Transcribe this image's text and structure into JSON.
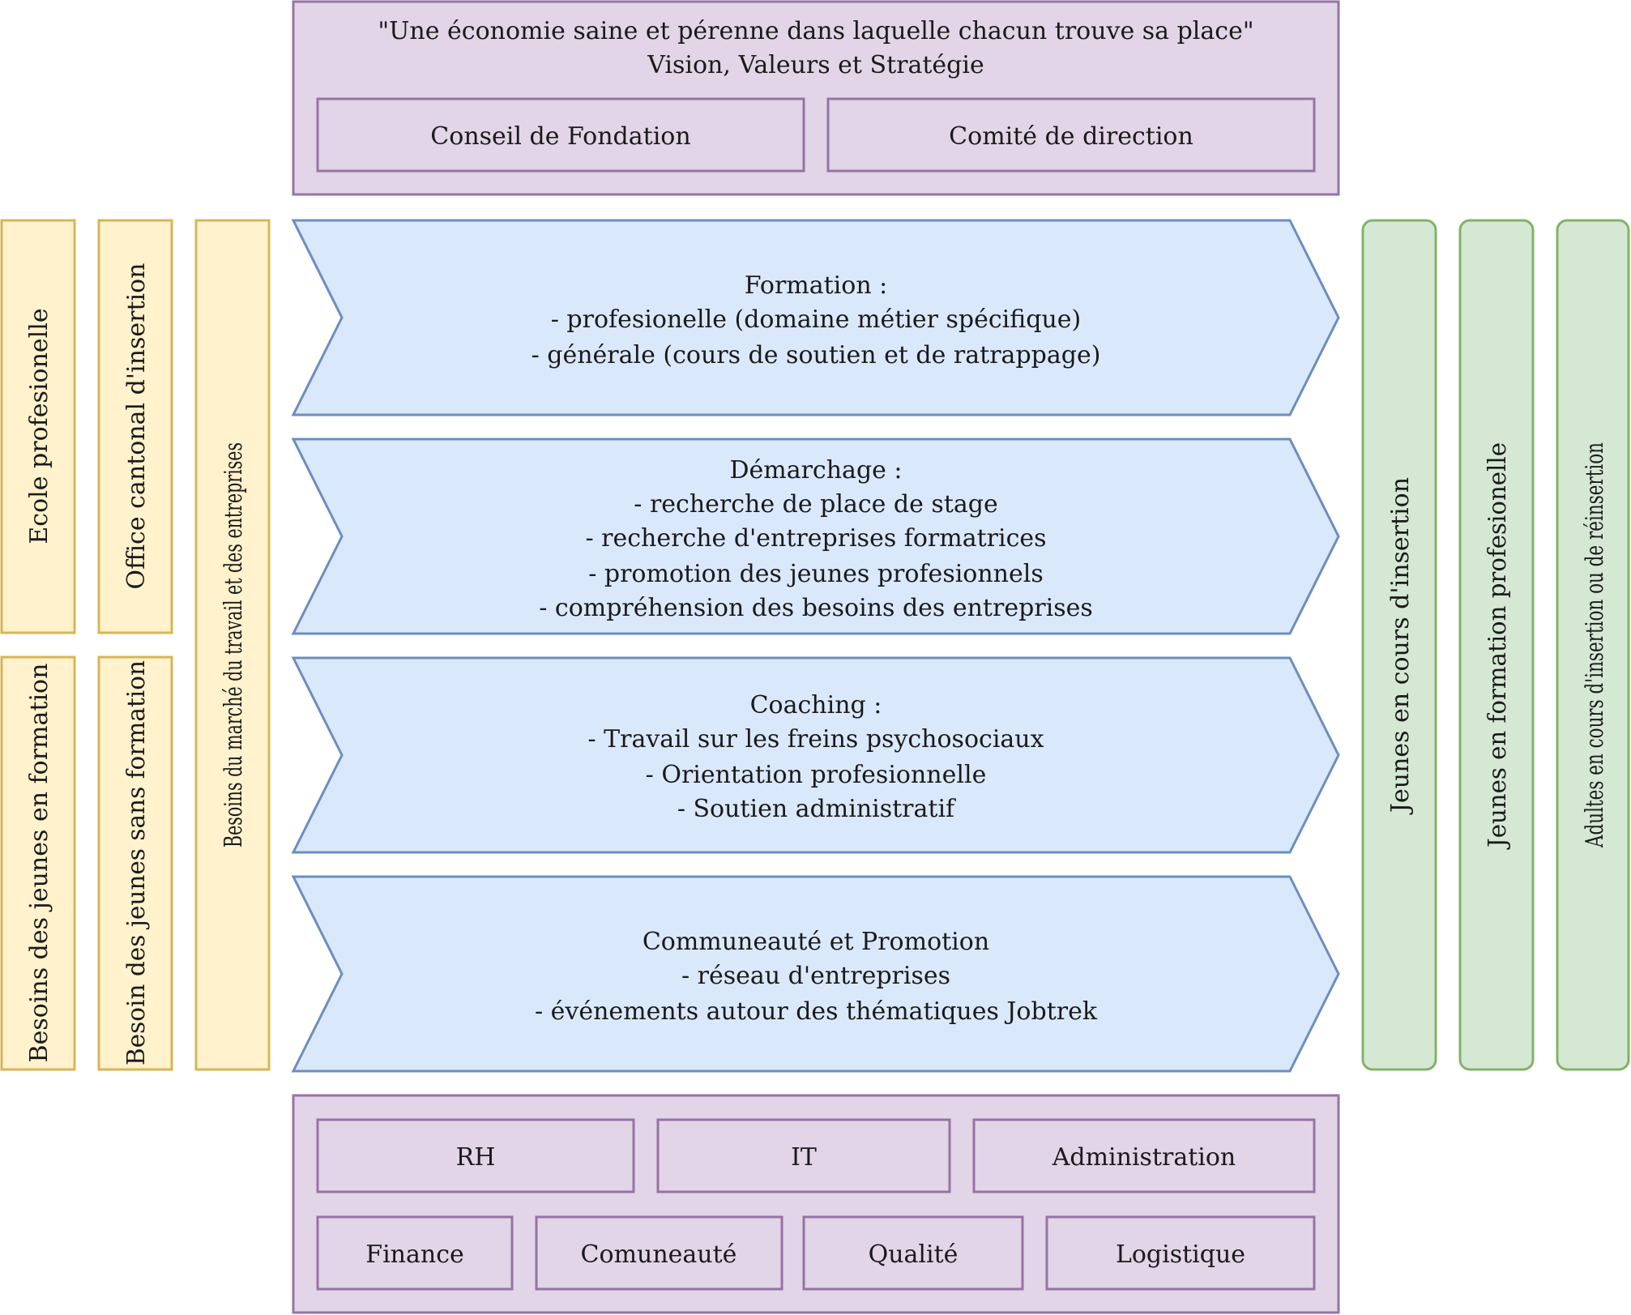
{
  "header": {
    "lines": [
      "\"Une économie saine et pérenne dans laquelle chacun trouve sa place\"",
      "Vision, Valeurs et Stratégie"
    ],
    "boxes": [
      "Conseil de Fondation",
      "Comité de direction"
    ]
  },
  "left_column": {
    "top": [
      "Ecole profesionelle",
      "Office cantonal d'insertion"
    ],
    "bottom": [
      "Besoins des jeunes en formation",
      "Besoin des jeunes sans formation"
    ],
    "tall": "Besoins du marché du travail et des entreprises"
  },
  "services": [
    {
      "lines": [
        "Formation :",
        "- profesionelle (domaine métier spécifique)",
        "- générale (cours de soutien et de ratrappage)"
      ]
    },
    {
      "lines": [
        "Démarchage :",
        "- recherche de place de stage",
        "- recherche d'entreprises formatrices",
        "- promotion des jeunes profesionnels",
        "- compréhension des besoins des entreprises"
      ]
    },
    {
      "lines": [
        "Coaching :",
        "- Travail sur les freins psychosociaux",
        "- Orientation profesionnelle",
        "- Soutien administratif"
      ]
    },
    {
      "lines": [
        "Communeauté et Promotion",
        "- réseau d'entreprises",
        "- événements autour des thématiques Jobtrek"
      ]
    }
  ],
  "right_column": [
    "Jeunes en cours d'insertion",
    "Jeunes en formation profesionelle",
    "Adultes en cours d'insertion ou de réinsertion"
  ],
  "support": {
    "row1": [
      "RH",
      "IT",
      "Administration"
    ],
    "row2": [
      "Finance",
      "Comuneauté",
      "Qualité",
      "Logistique"
    ]
  },
  "colors": {
    "purple_fill": "#e1d5e7",
    "purple_stroke": "#9673a6",
    "blue_fill": "#dae8fc",
    "blue_stroke": "#6c8ebf",
    "yellow_fill": "#fff2cc",
    "yellow_stroke": "#d6b656",
    "green_fill": "#d5e8d4",
    "green_stroke": "#82b366"
  }
}
